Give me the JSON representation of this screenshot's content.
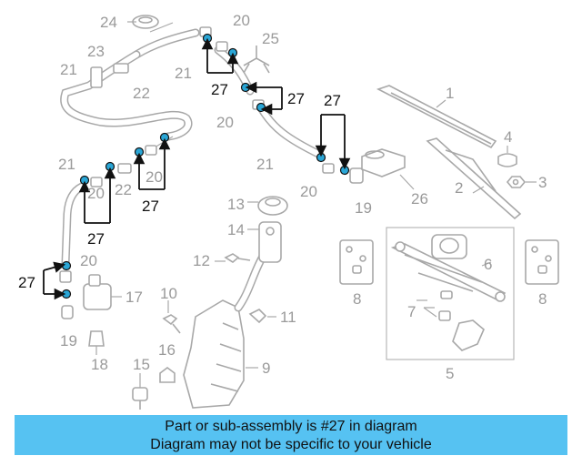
{
  "callouts_gray": [
    {
      "id": "label-24",
      "text": "24"
    },
    {
      "id": "label-20-top",
      "text": "20"
    },
    {
      "id": "label-25",
      "text": "25"
    },
    {
      "id": "label-23",
      "text": "23"
    },
    {
      "id": "label-21-left",
      "text": "21"
    },
    {
      "id": "label-22-top",
      "text": "22"
    },
    {
      "id": "label-21-mid",
      "text": "21"
    },
    {
      "id": "label-20-mid",
      "text": "20"
    },
    {
      "id": "label-1",
      "text": "1"
    },
    {
      "id": "label-4",
      "text": "4"
    },
    {
      "id": "label-3",
      "text": "3"
    },
    {
      "id": "label-2",
      "text": "2"
    },
    {
      "id": "label-21-right",
      "text": "21"
    },
    {
      "id": "label-20-right",
      "text": "20"
    },
    {
      "id": "label-26",
      "text": "26"
    },
    {
      "id": "label-19-right",
      "text": "19"
    },
    {
      "id": "label-21-low",
      "text": "21"
    },
    {
      "id": "label-20-low1",
      "text": "20"
    },
    {
      "id": "label-20-low2",
      "text": "20"
    },
    {
      "id": "label-22-low",
      "text": "22"
    },
    {
      "id": "label-13",
      "text": "13"
    },
    {
      "id": "label-14",
      "text": "14"
    },
    {
      "id": "label-12",
      "text": "12"
    },
    {
      "id": "label-20-left",
      "text": "20"
    },
    {
      "id": "label-17",
      "text": "17"
    },
    {
      "id": "label-10",
      "text": "10"
    },
    {
      "id": "label-11",
      "text": "11"
    },
    {
      "id": "label-19-left",
      "text": "19"
    },
    {
      "id": "label-18",
      "text": "18"
    },
    {
      "id": "label-16",
      "text": "16"
    },
    {
      "id": "label-15",
      "text": "15"
    },
    {
      "id": "label-9",
      "text": "9"
    },
    {
      "id": "label-8-left",
      "text": "8"
    },
    {
      "id": "label-6",
      "text": "6"
    },
    {
      "id": "label-7",
      "text": "7"
    },
    {
      "id": "label-8-right",
      "text": "8"
    },
    {
      "id": "label-5",
      "text": "5"
    }
  ],
  "callouts_highlight": [
    {
      "id": "label-27-a",
      "text": "27"
    },
    {
      "id": "label-27-b",
      "text": "27"
    },
    {
      "id": "label-27-c",
      "text": "27"
    },
    {
      "id": "label-27-d",
      "text": "27"
    },
    {
      "id": "label-27-e",
      "text": "27"
    },
    {
      "id": "label-27-f",
      "text": "27"
    }
  ],
  "colors": {
    "callout_bar": "#56c2f2",
    "highlight_clip": "#2aa6d6",
    "line_gray": "#a8a8a8"
  },
  "caption": {
    "line1": "Part or sub-assembly is #27 in diagram",
    "line2": "Diagram may not be specific to your vehicle"
  }
}
